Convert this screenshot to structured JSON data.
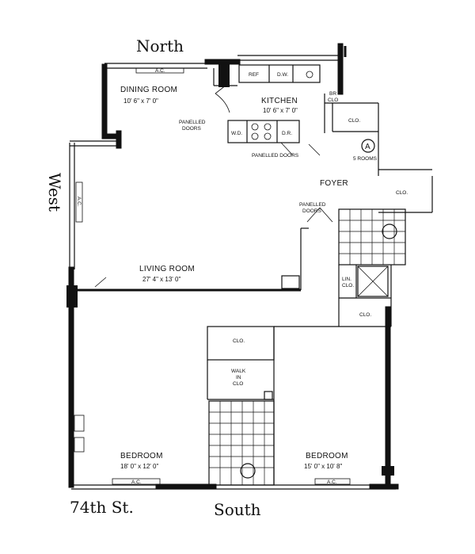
{
  "compass": {
    "north": "North",
    "west": "West",
    "south": "South",
    "street": "74th St."
  },
  "apartment": {
    "marker": "A",
    "rooms_count": "5 ROOMS"
  },
  "rooms": {
    "dining": {
      "name": "DINING ROOM",
      "size": "10' 6\" x 7' 0\""
    },
    "kitchen": {
      "name": "KITCHEN",
      "size": "10' 6\" x 7' 0\""
    },
    "living": {
      "name": "LIVING ROOM",
      "size": "27' 4\" x 13' 0\""
    },
    "bedroom1": {
      "name": "BEDROOM",
      "size": "18' 0\" x 12' 0\""
    },
    "bedroom2": {
      "name": "BEDROOM",
      "size": "15' 0\" x 10' 8\""
    },
    "foyer": {
      "name": "FOYER"
    }
  },
  "labels": {
    "panelled_doors_kitchen": "PANELLED DOORS",
    "panelled_doors_dining_1": "PANELLED",
    "panelled_doors_dining_2": "DOORS",
    "panelled_doors_foyer_1": "PANELLED",
    "panelled_doors_foyer_2": "DOORS",
    "clo": "CLO.",
    "clo_foyer": "CLO.",
    "clo_hall": "CLO.",
    "clo_bed": "CLO.",
    "lin_clo_1": "LIN.",
    "lin_clo_2": "CLO.",
    "walk_in_1": "WALK",
    "walk_in_2": "IN",
    "walk_in_3": "CLO",
    "br_clo_1": "BR",
    "br_clo_2": "CLO",
    "ac": "A.C.",
    "ac_dining": "A.C.",
    "ac_bed1": "A.C.",
    "ac_bed2": "A.C.",
    "ref": "REF",
    "dw": "D.W.",
    "wd": "W.D.",
    "dr": "D.R."
  }
}
